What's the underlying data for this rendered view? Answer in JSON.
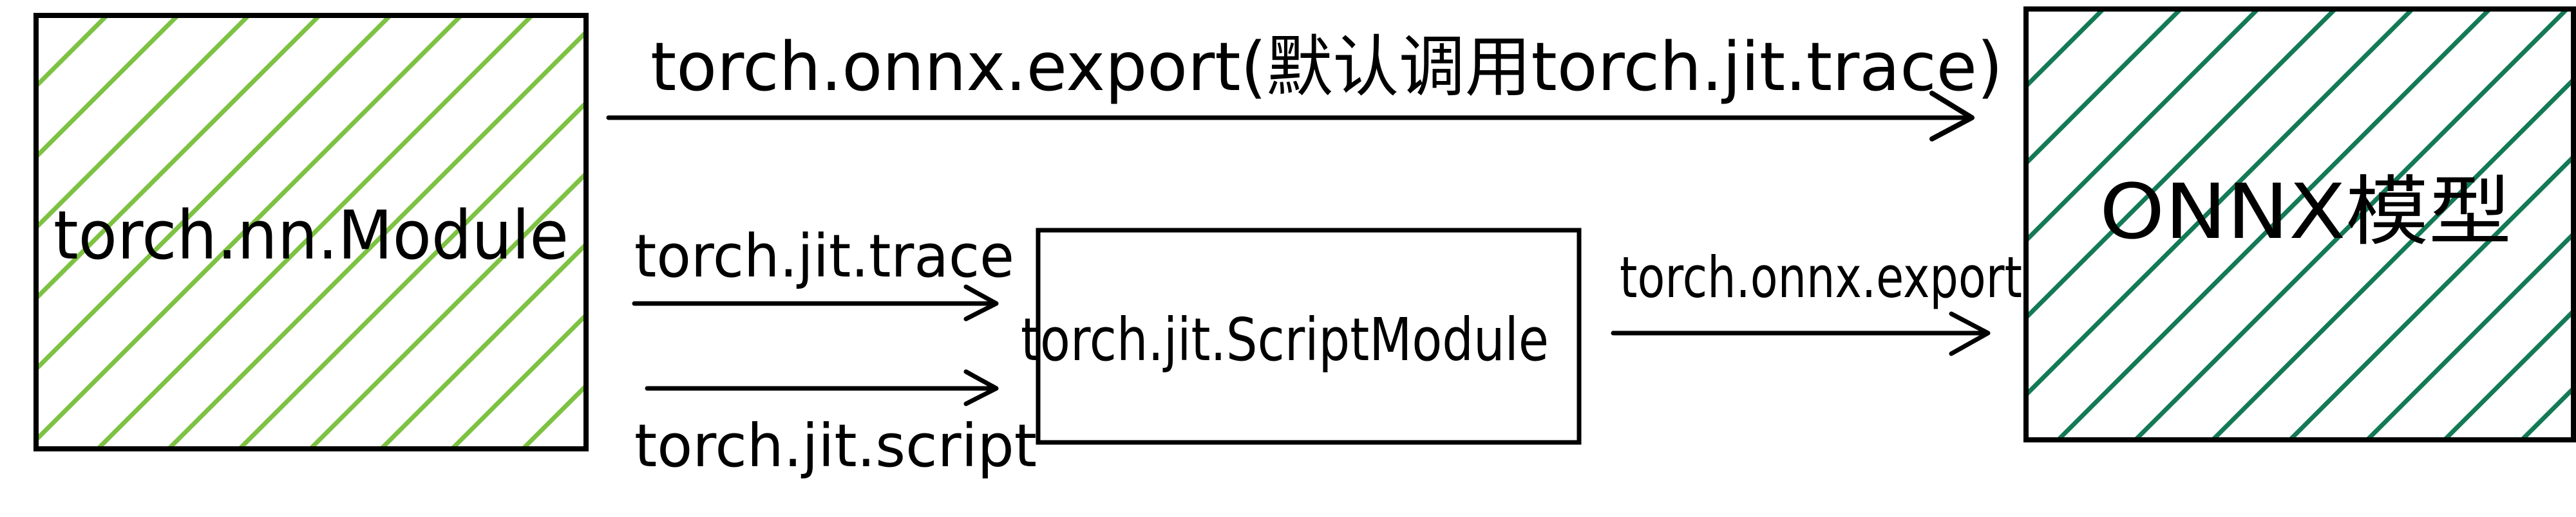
{
  "nodes": {
    "source": {
      "label": "torch.nn.Module"
    },
    "middle": {
      "label": "torch.jit.ScriptModule"
    },
    "target": {
      "label": "ONNX模型"
    }
  },
  "edges": {
    "direct_export": {
      "label": "torch.onnx.export(默认调用torch.jit.trace)"
    },
    "jit_trace": {
      "label": "torch.jit.trace"
    },
    "jit_script": {
      "label": "torch.jit.script"
    },
    "onnx_export": {
      "label": "torch.onnx.export"
    }
  },
  "colors": {
    "source_hatch": "#7dc242",
    "target_hatch": "#137a55",
    "stroke": "#000000",
    "background": "#ffffff"
  }
}
